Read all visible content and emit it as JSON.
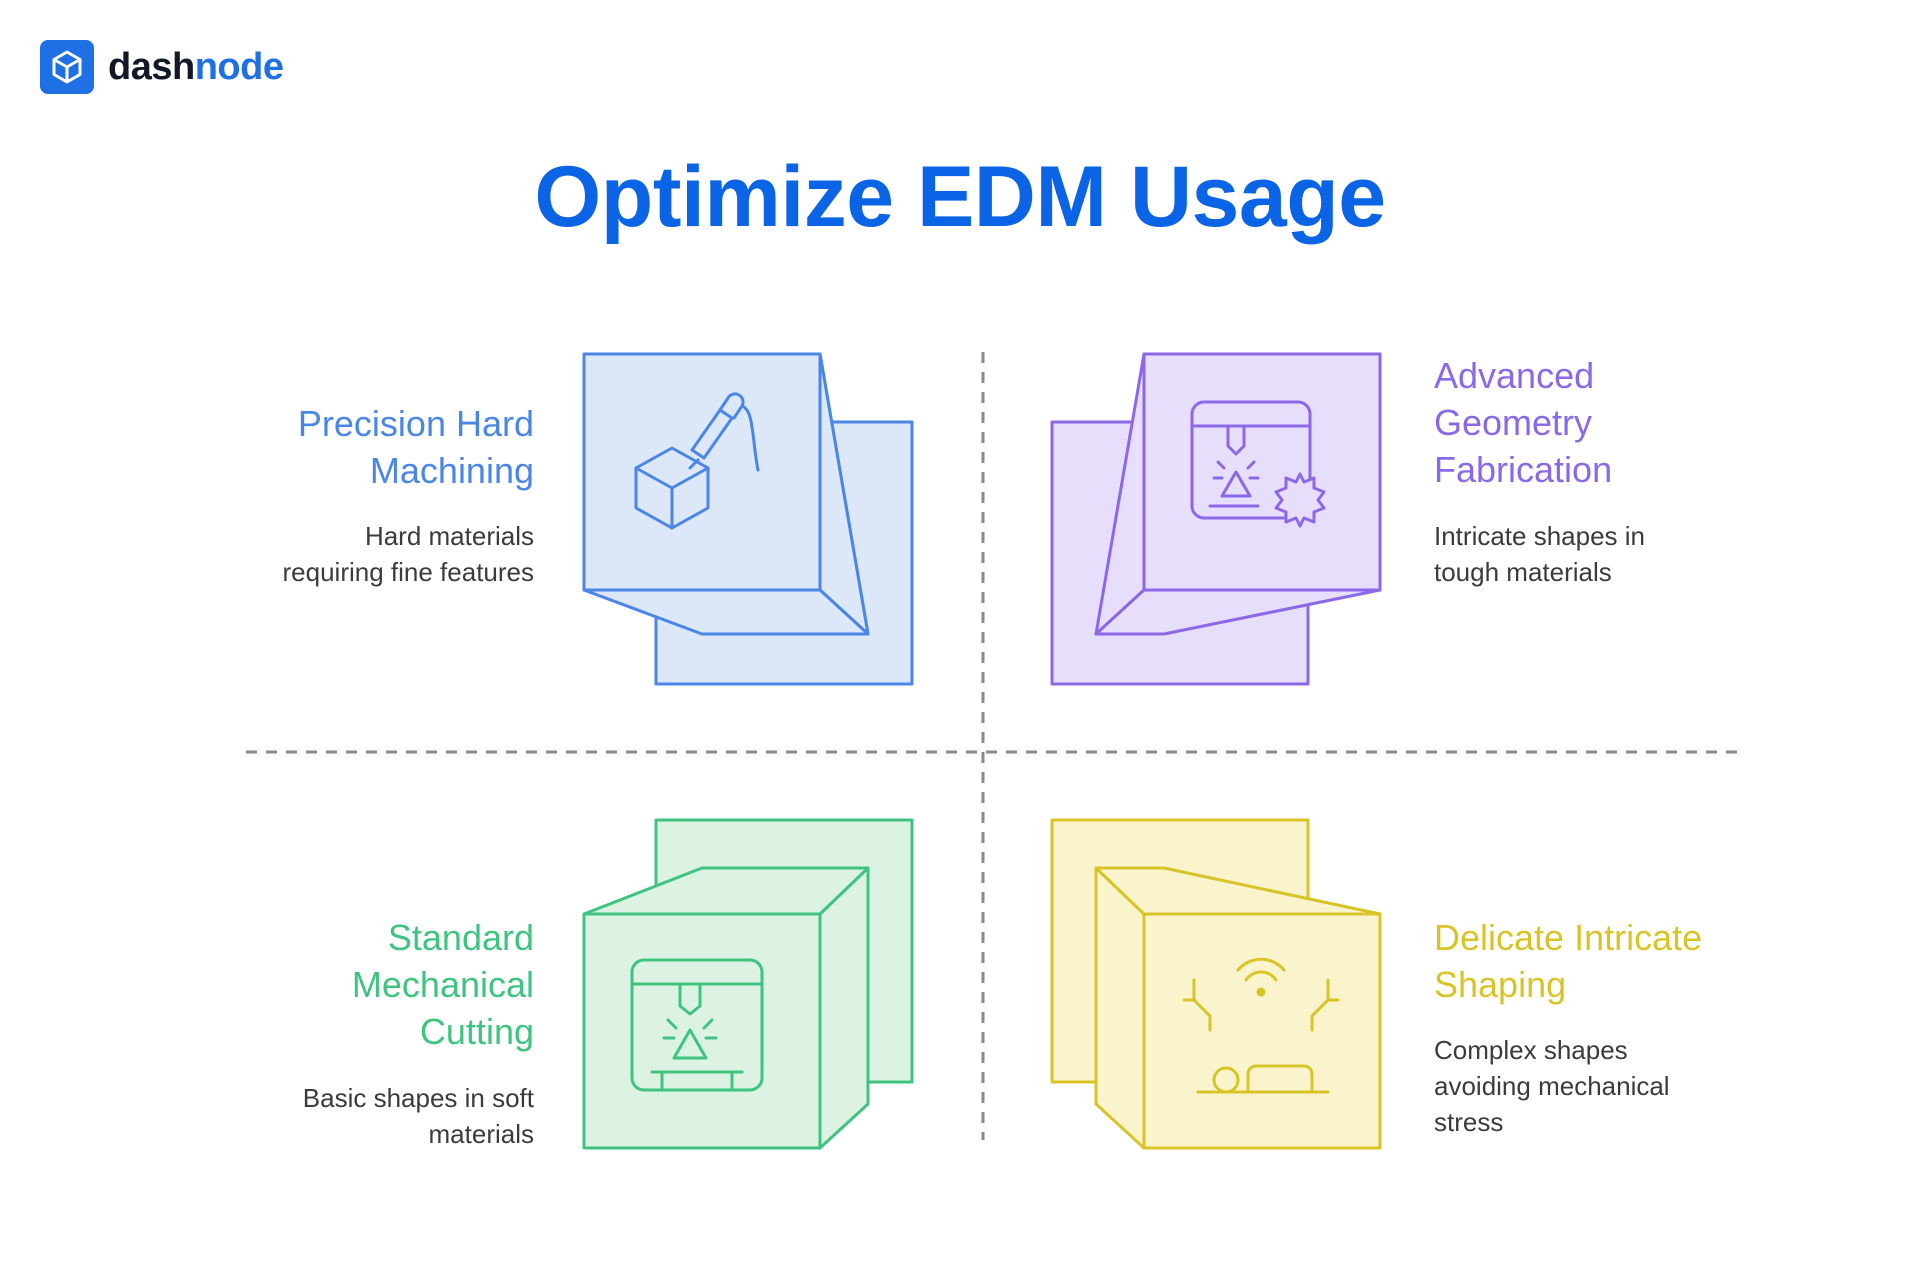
{
  "brand": {
    "name_part1": "dash",
    "name_part2": "node",
    "logo_icon": "cube-icon",
    "color_part1": "#111827",
    "color_part2": "#1f6fe5"
  },
  "title": "Optimize EDM Usage",
  "quadrants": [
    {
      "id": "top-left",
      "title_lines": [
        "Precision Hard",
        "Machining"
      ],
      "desc_lines": [
        "Hard materials",
        "requiring fine features"
      ],
      "color": "#4a86e8",
      "fill": "#dce7f8",
      "icon": "robot-arm-cube-icon"
    },
    {
      "id": "top-right",
      "title_lines": [
        "Advanced",
        "Geometry",
        "Fabrication"
      ],
      "desc_lines": [
        "Intricate shapes in",
        "tough materials"
      ],
      "color": "#8a68e8",
      "fill": "#e6defa",
      "icon": "laser-cutter-gear-icon"
    },
    {
      "id": "bottom-left",
      "title_lines": [
        "Standard",
        "Mechanical",
        "Cutting"
      ],
      "desc_lines": [
        "Basic shapes in soft",
        "materials"
      ],
      "color": "#3ec47f",
      "fill": "#dcf2e3",
      "icon": "laser-cutter-icon"
    },
    {
      "id": "bottom-right",
      "title_lines": [
        "Delicate Intricate",
        "Shaping"
      ],
      "desc_lines": [
        "Complex shapes",
        "avoiding mechanical",
        "stress"
      ],
      "color": "#d9c427",
      "fill": "#faf4cc",
      "icon": "wireless-robotic-hands-icon"
    }
  ]
}
